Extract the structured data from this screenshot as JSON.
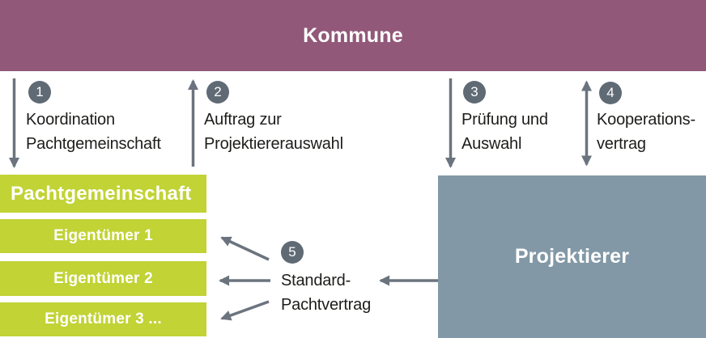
{
  "kommune": {
    "label": "Kommune"
  },
  "pachtgemeinschaft": {
    "label": "Pachtgemeinschaft"
  },
  "eigentuemer": {
    "rows": [
      "Eigentümer 1",
      "Eigentümer 2",
      "Eigentümer 3 ..."
    ]
  },
  "projektierer": {
    "label": "Projektierer"
  },
  "steps": [
    {
      "num": "1",
      "line1": "Koordination",
      "line2": "Pachtgemeinschaft"
    },
    {
      "num": "2",
      "line1": "Auftrag zur",
      "line2": "Projektiererauswahl"
    },
    {
      "num": "3",
      "line1": "Prüfung und",
      "line2": "Auswahl"
    },
    {
      "num": "4",
      "line1": "Kooperations-",
      "line2": "vertrag"
    },
    {
      "num": "5",
      "line1": "Standard-",
      "line2": "Pachtvertrag"
    }
  ],
  "colors": {
    "kommune_bg": "#925879",
    "green": "#C1D335",
    "projektierer_bg": "#8298A6",
    "circle": "#5F6A74",
    "arrow": "#6B747E",
    "text": "#1D1D1B"
  }
}
